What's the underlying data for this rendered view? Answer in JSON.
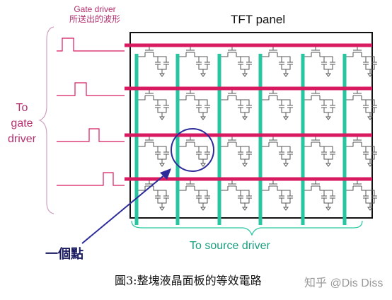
{
  "gate_caption": {
    "line1": "Gate driver",
    "line2": "所送出的波形"
  },
  "to_gate": {
    "line1": "To",
    "line2": "gate",
    "line3": "driver"
  },
  "panel_title": "TFT panel",
  "source_label": "To source driver",
  "pixel_label": "一個點",
  "figure_caption": "圖3:整塊液晶面板的等效電路",
  "watermark": "知乎 @Dis Diss",
  "grid": {
    "gate_lines": 4,
    "source_lines": 6
  },
  "colors": {
    "gate_line": "#d81b60",
    "source_line": "#26c6a0",
    "annotation": "#2b2b9a",
    "label_pink": "#b3306e",
    "circuit": "#555555"
  }
}
